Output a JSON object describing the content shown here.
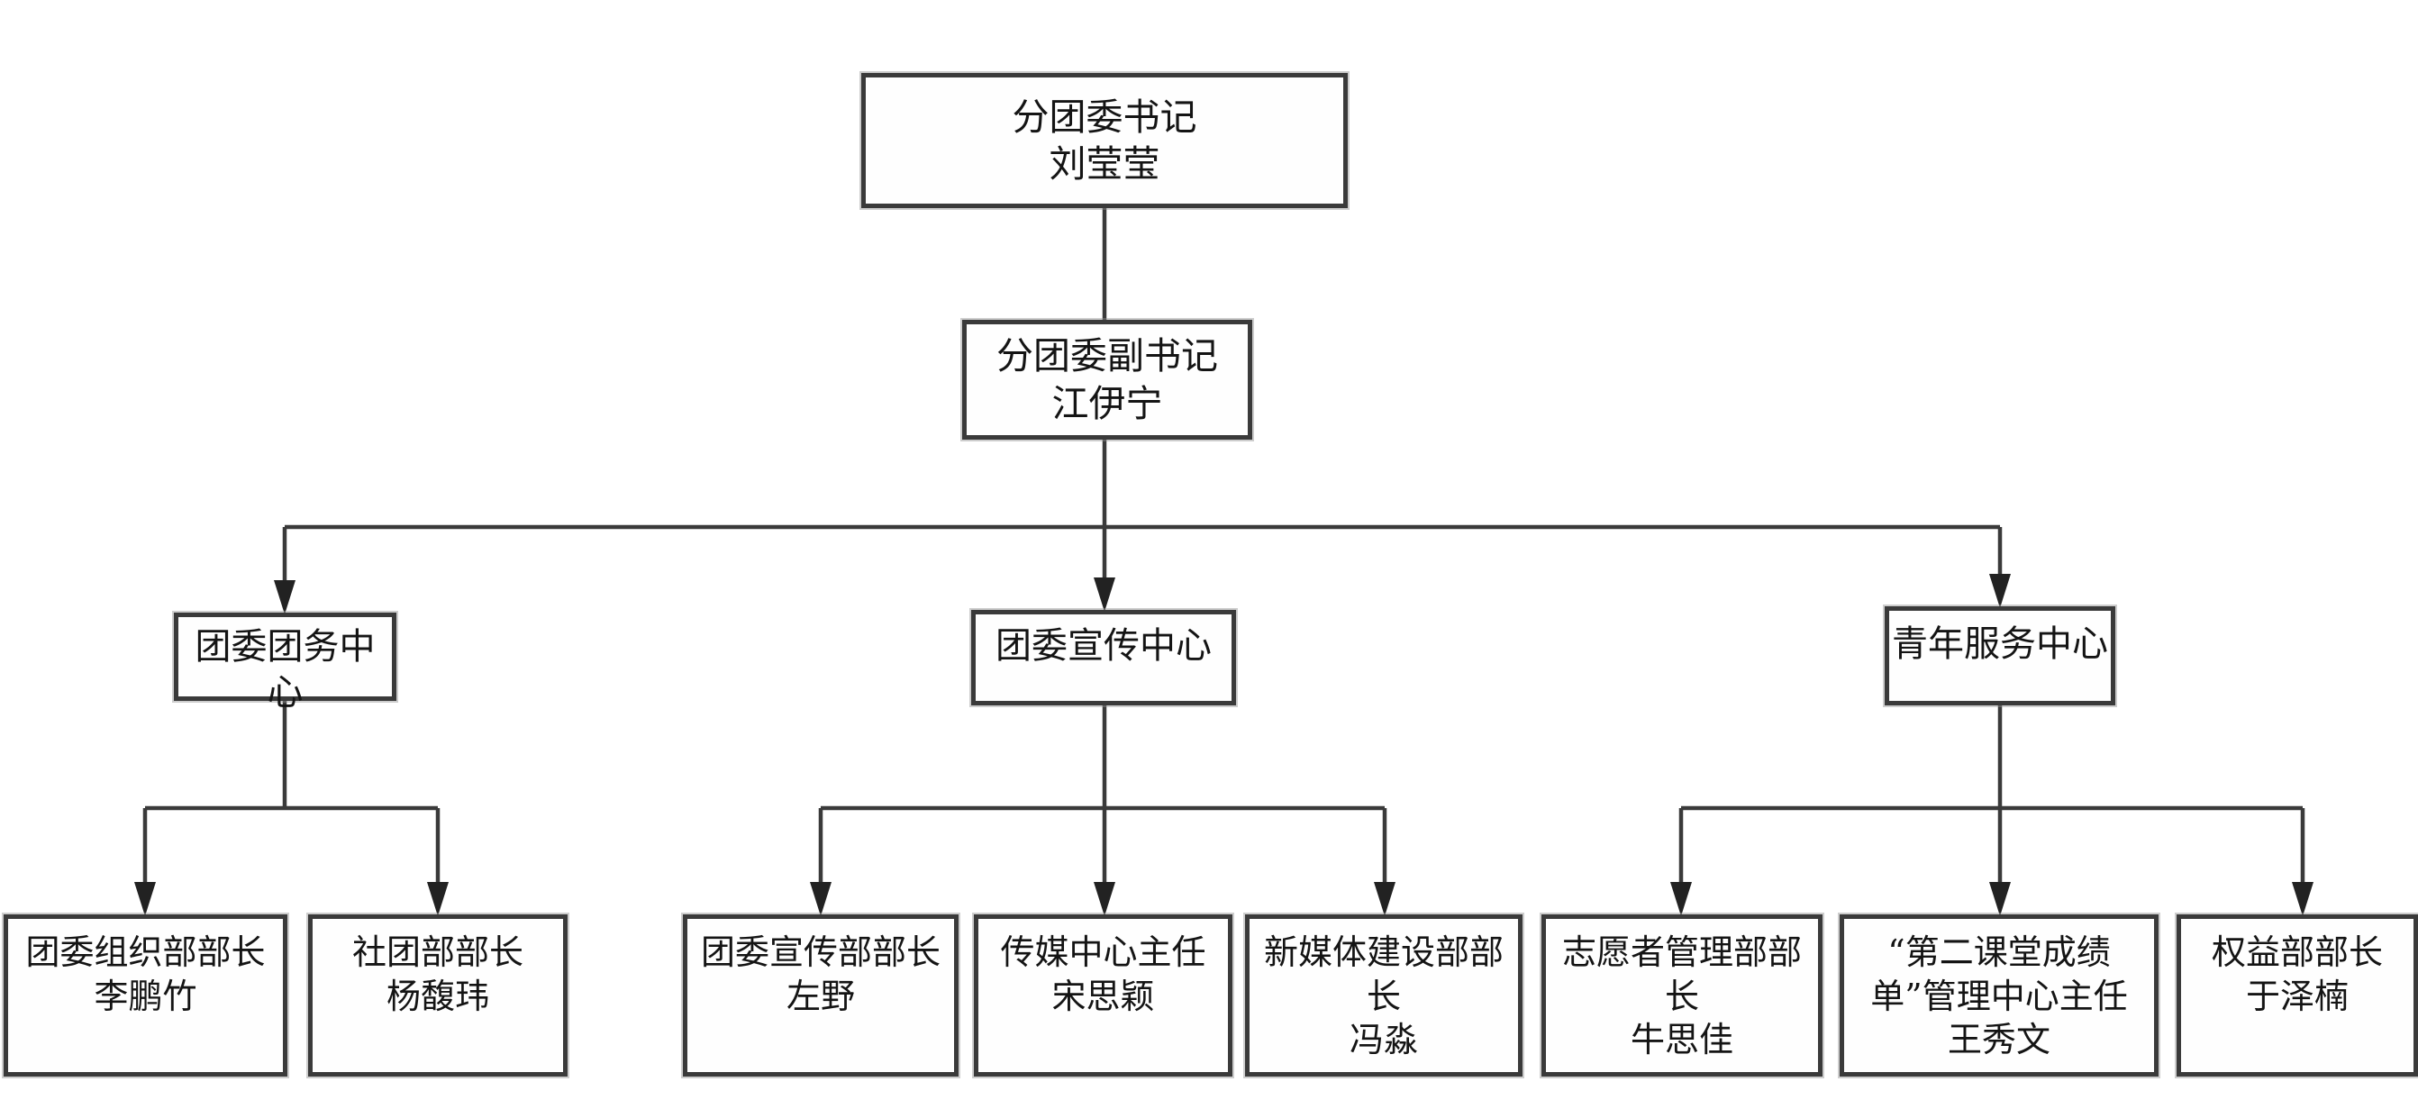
{
  "page": {
    "background_color": "#ffffff",
    "line_color": "#3a3a3a",
    "box_border_color": "#3a3a3a",
    "text_color": "#141414"
  },
  "org_chart": {
    "type": "organization-chart",
    "root": {
      "title": "分团委书记",
      "name": "刘莹莹"
    },
    "deputy": {
      "title": "分团委副书记",
      "name": "江伊宁"
    },
    "centers": [
      {
        "label": "团委团务中心"
      },
      {
        "label": "团委宣传中心"
      },
      {
        "label": "青年服务中心"
      }
    ],
    "departments": [
      {
        "title": "团委组织部部长",
        "name": "李鹏竹"
      },
      {
        "title": "社团部部长",
        "name": "杨馥玮"
      },
      {
        "title": "团委宣传部部长",
        "name": "左野"
      },
      {
        "title": "传媒中心主任",
        "name": "宋思颖"
      },
      {
        "title": "新媒体建设部部长",
        "name": "冯淼"
      },
      {
        "title": "志愿者管理部部长",
        "name": "牛思佳"
      },
      {
        "title": "“第二课堂成绩单”管理中心主任",
        "name": "王秀文"
      },
      {
        "title": "权益部部长",
        "name": "于泽楠"
      }
    ]
  }
}
